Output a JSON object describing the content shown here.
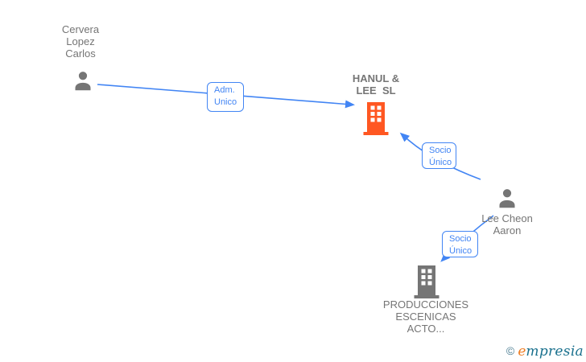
{
  "colors": {
    "edge_blue": "#4285f4",
    "node_gray": "#757575",
    "company_orange": "#ff5722",
    "copyright_teal": "#4a7d92",
    "brand_orange": "#ee7d23",
    "brand_teal": "#19708d"
  },
  "nodes": {
    "cervera": {
      "type": "person",
      "name_lines": [
        "Cervera",
        "Lopez",
        "Carlos"
      ]
    },
    "hanul": {
      "type": "company",
      "name_lines": [
        "HANUL &",
        "LEE  SL"
      ]
    },
    "lee": {
      "type": "person",
      "name_lines": [
        "Lee Cheon",
        "Aaron"
      ]
    },
    "producciones": {
      "type": "company",
      "name_lines": [
        "PRODUCCIONES",
        "ESCENICAS",
        "ACTO..."
      ]
    }
  },
  "edges": {
    "adm_unico": {
      "label_lines": [
        "Adm.",
        "Unico"
      ]
    },
    "socio_unico_1": {
      "label_lines": [
        "Socio",
        "Único"
      ]
    },
    "socio_unico_2": {
      "label_lines": [
        "Socio",
        "Único"
      ]
    }
  },
  "watermark": {
    "copyright": "©",
    "brand_e": "e",
    "brand_rest": "mpresia"
  }
}
